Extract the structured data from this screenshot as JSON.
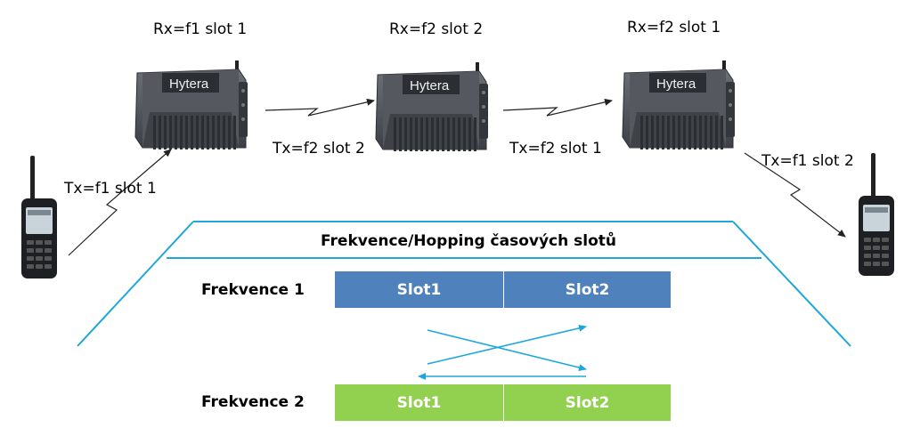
{
  "repeaters": [
    {
      "brand": "Hytera",
      "rx_label": "Rx=f1 slot 1",
      "tx_label": "Tx=f2 slot 2"
    },
    {
      "brand": "Hytera",
      "rx_label": "Rx=f2 slot 2",
      "tx_label": "Tx=f2 slot 1"
    },
    {
      "brand": "Hytera",
      "rx_label": "Rx=f2 slot 1",
      "tx_label": "Tx=f1 slot 2"
    }
  ],
  "left_radio": {
    "tx_label": "Tx=f1 slot 1"
  },
  "hopping": {
    "title": "Frekvence/Hopping časových slotů",
    "frequency_rows": [
      {
        "label": "Frekvence 1",
        "slots": [
          "Slot1",
          "Slot2"
        ],
        "color": "#4F81BD"
      },
      {
        "label": "Frekvence 2",
        "slots": [
          "Slot1",
          "Slot2"
        ],
        "color": "#92D050"
      }
    ]
  },
  "colors": {
    "accent_line": "#1FA7DC",
    "repeater_body": "#4a4f55",
    "slot_divider": "#ffffff"
  }
}
